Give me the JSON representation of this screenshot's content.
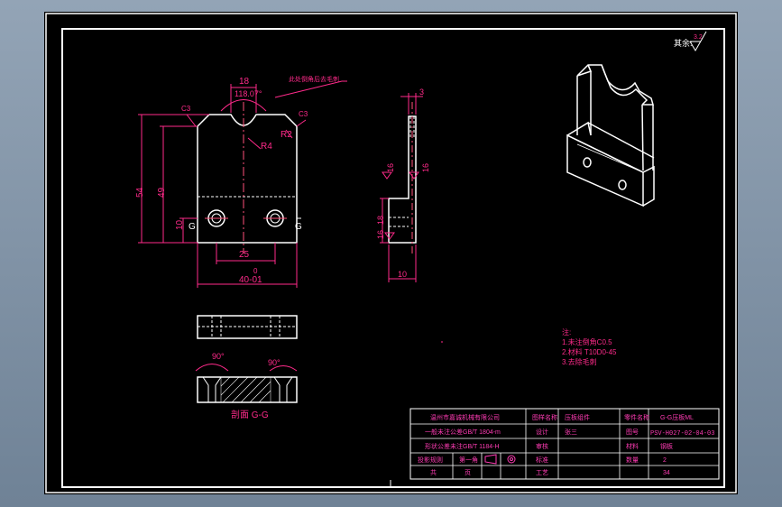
{
  "colors": {
    "background": "#000000",
    "outline": "#ffffff",
    "dimension": "#ff2a8a",
    "centerline": "#ff4f7a",
    "title_text": "#ff3cb4",
    "frame": "#ffffff"
  },
  "roughness": {
    "symbol_label": "其余:",
    "value": "3.2"
  },
  "front_view": {
    "dims": {
      "top_slot": "18",
      "angle": "118.07°",
      "chamfer_left": "C3",
      "chamfer_right": "C3",
      "r4": "R4",
      "r2": "R2",
      "leader_note": "此处倒角后去毛刺",
      "height_total": "54",
      "height_49": "49",
      "height_10": "10",
      "hole_spacing": "25",
      "width": "40-01",
      "width_tol": "0",
      "section_left": "G",
      "section_right": "G"
    }
  },
  "side_view": {
    "dims": {
      "thickness": "3",
      "d16a": "16",
      "d16b": "16",
      "d18": "18",
      "d16c": "16",
      "d10": "10"
    }
  },
  "section_view": {
    "angle_left": "90°",
    "angle_right": "90°",
    "label": "剖面 G-G"
  },
  "notes": {
    "title": "注:",
    "lines": [
      "1.未注倒角C0.5",
      "2.材料 T10D0-45",
      "3.去除毛刺"
    ]
  },
  "title_block": {
    "company": "温州市嘉诚机械有限公司",
    "row2_left": "一般未注公差GB/T 1804-m",
    "row3_left": "形状公差未注GB/T 1184-H",
    "row4_left_a": "投影规则",
    "row4_left_b": "第一角",
    "row5_left_a": "共",
    "row5_left_b": "页",
    "material_label": "图样名称",
    "material_value": "压板组件",
    "drawing_no_label": "零件名称",
    "drawing_no_value": "G-G压板ML",
    "design_label": "设计",
    "design_value": "张三",
    "code_label": "图号",
    "code_value": "PSV-H027-02-04-03",
    "check_label": "审核",
    "check_value": "",
    "material2_label": "材料",
    "material2_value": "钢板",
    "std_label": "标准",
    "std_value": "",
    "qty_label": "数量",
    "qty_value": "2",
    "craft_label": "工艺",
    "craft_value": "",
    "scale_label": "",
    "scale_value": "34"
  }
}
